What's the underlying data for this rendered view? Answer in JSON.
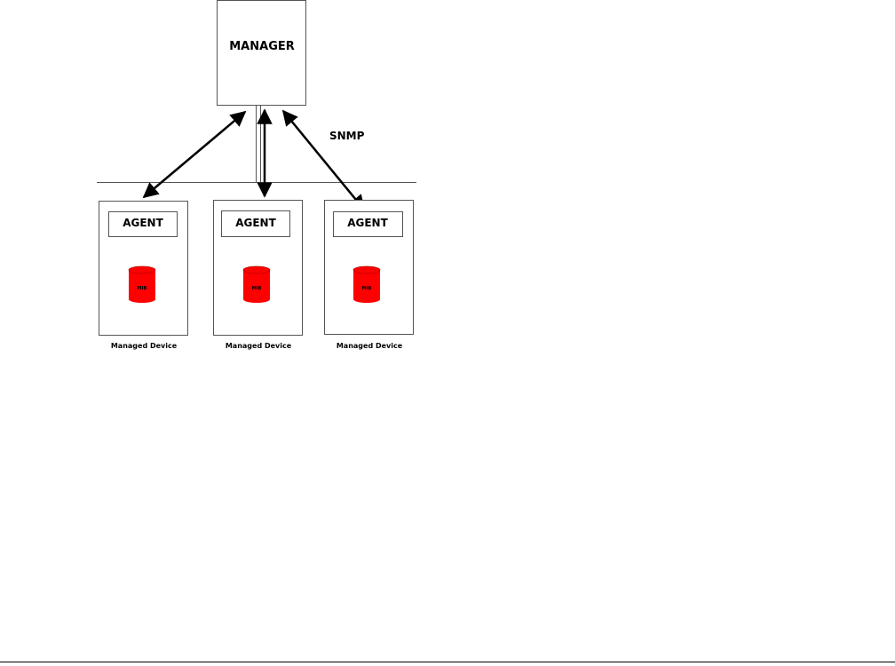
{
  "manager": {
    "label": "MANAGER"
  },
  "protocol": {
    "label": "SNMP"
  },
  "devices": [
    {
      "agent_label": "AGENT",
      "mib_label": "MIB",
      "caption": "Managed Device"
    },
    {
      "agent_label": "AGENT",
      "mib_label": "MIB",
      "caption": "Managed Device"
    },
    {
      "agent_label": "AGENT",
      "mib_label": "MIB",
      "caption": "Managed Device"
    }
  ],
  "colors": {
    "mib_fill": "#ff0000",
    "stroke": "#000000",
    "box_border": "#555555"
  },
  "icons": [
    "database-icon"
  ]
}
